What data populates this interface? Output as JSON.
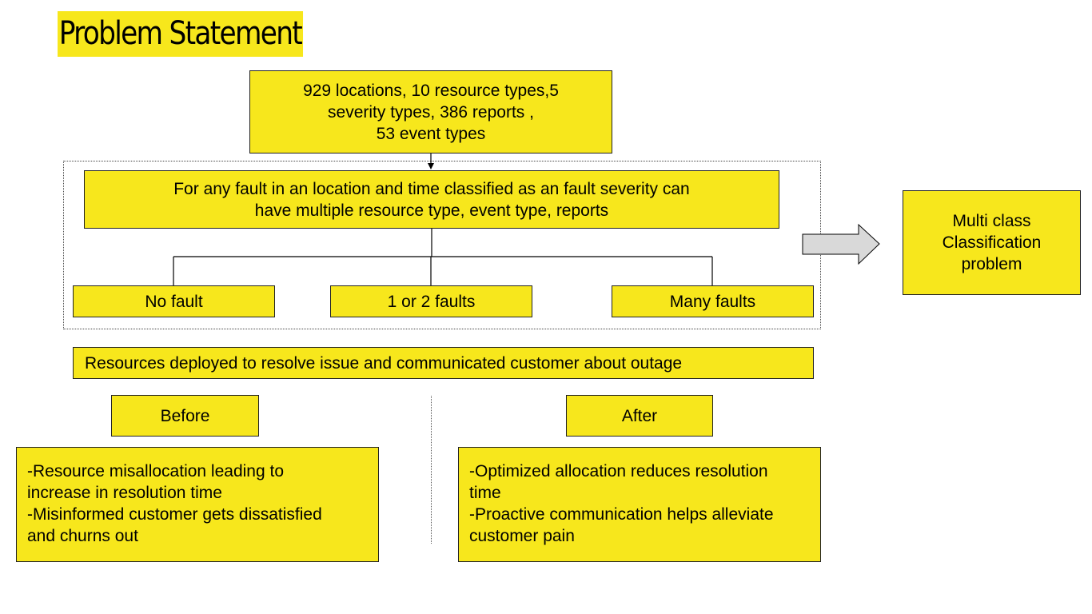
{
  "title": "Problem Statement",
  "boxes": {
    "top_summary": "929 locations, 10 resource types,5\nseverity types, 386 reports ,\n53 event types",
    "fault_definition": "For any fault  in an location and time classified as an fault severity  can\nhave multiple resource type, event type, reports",
    "no_fault": "No fault",
    "one_or_two_faults": "1 or 2 faults",
    "many_faults": "Many faults",
    "multiclass": "Multi class\nClassification\nproblem",
    "resources_deployed": "Resources deployed to resolve issue and communicated customer about outage",
    "before_label": "Before",
    "after_label": "After",
    "before_text": "-Resource misallocation leading to\nincrease in resolution time\n-Misinformed customer gets dissatisfied\nand churns out",
    "after_text": "-Optimized allocation reduces resolution\ntime\n-Proactive communication helps alleviate\ncustomer pain"
  },
  "colors": {
    "box_fill": "#f7e71c",
    "box_border": "#222222",
    "arrow_fill": "#d9d9d9",
    "line": "#000000"
  },
  "icons": {
    "block_arrow": "right-block-arrow-icon"
  }
}
